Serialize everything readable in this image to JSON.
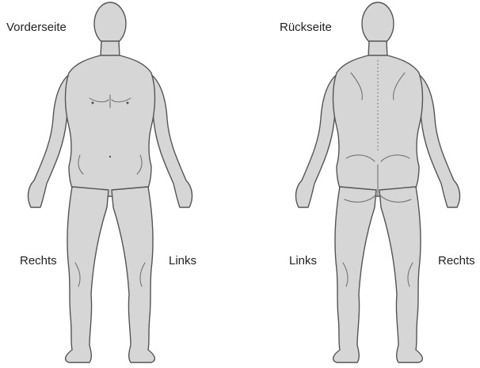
{
  "front": {
    "title": "Vorderseite",
    "side_left": "Rechts",
    "side_right": "Links"
  },
  "back": {
    "title": "Rückseite",
    "side_left": "Links",
    "side_right": "Rechts"
  },
  "colors": {
    "body": "#d6d6d6",
    "outline": "#555555",
    "text": "#222222"
  }
}
